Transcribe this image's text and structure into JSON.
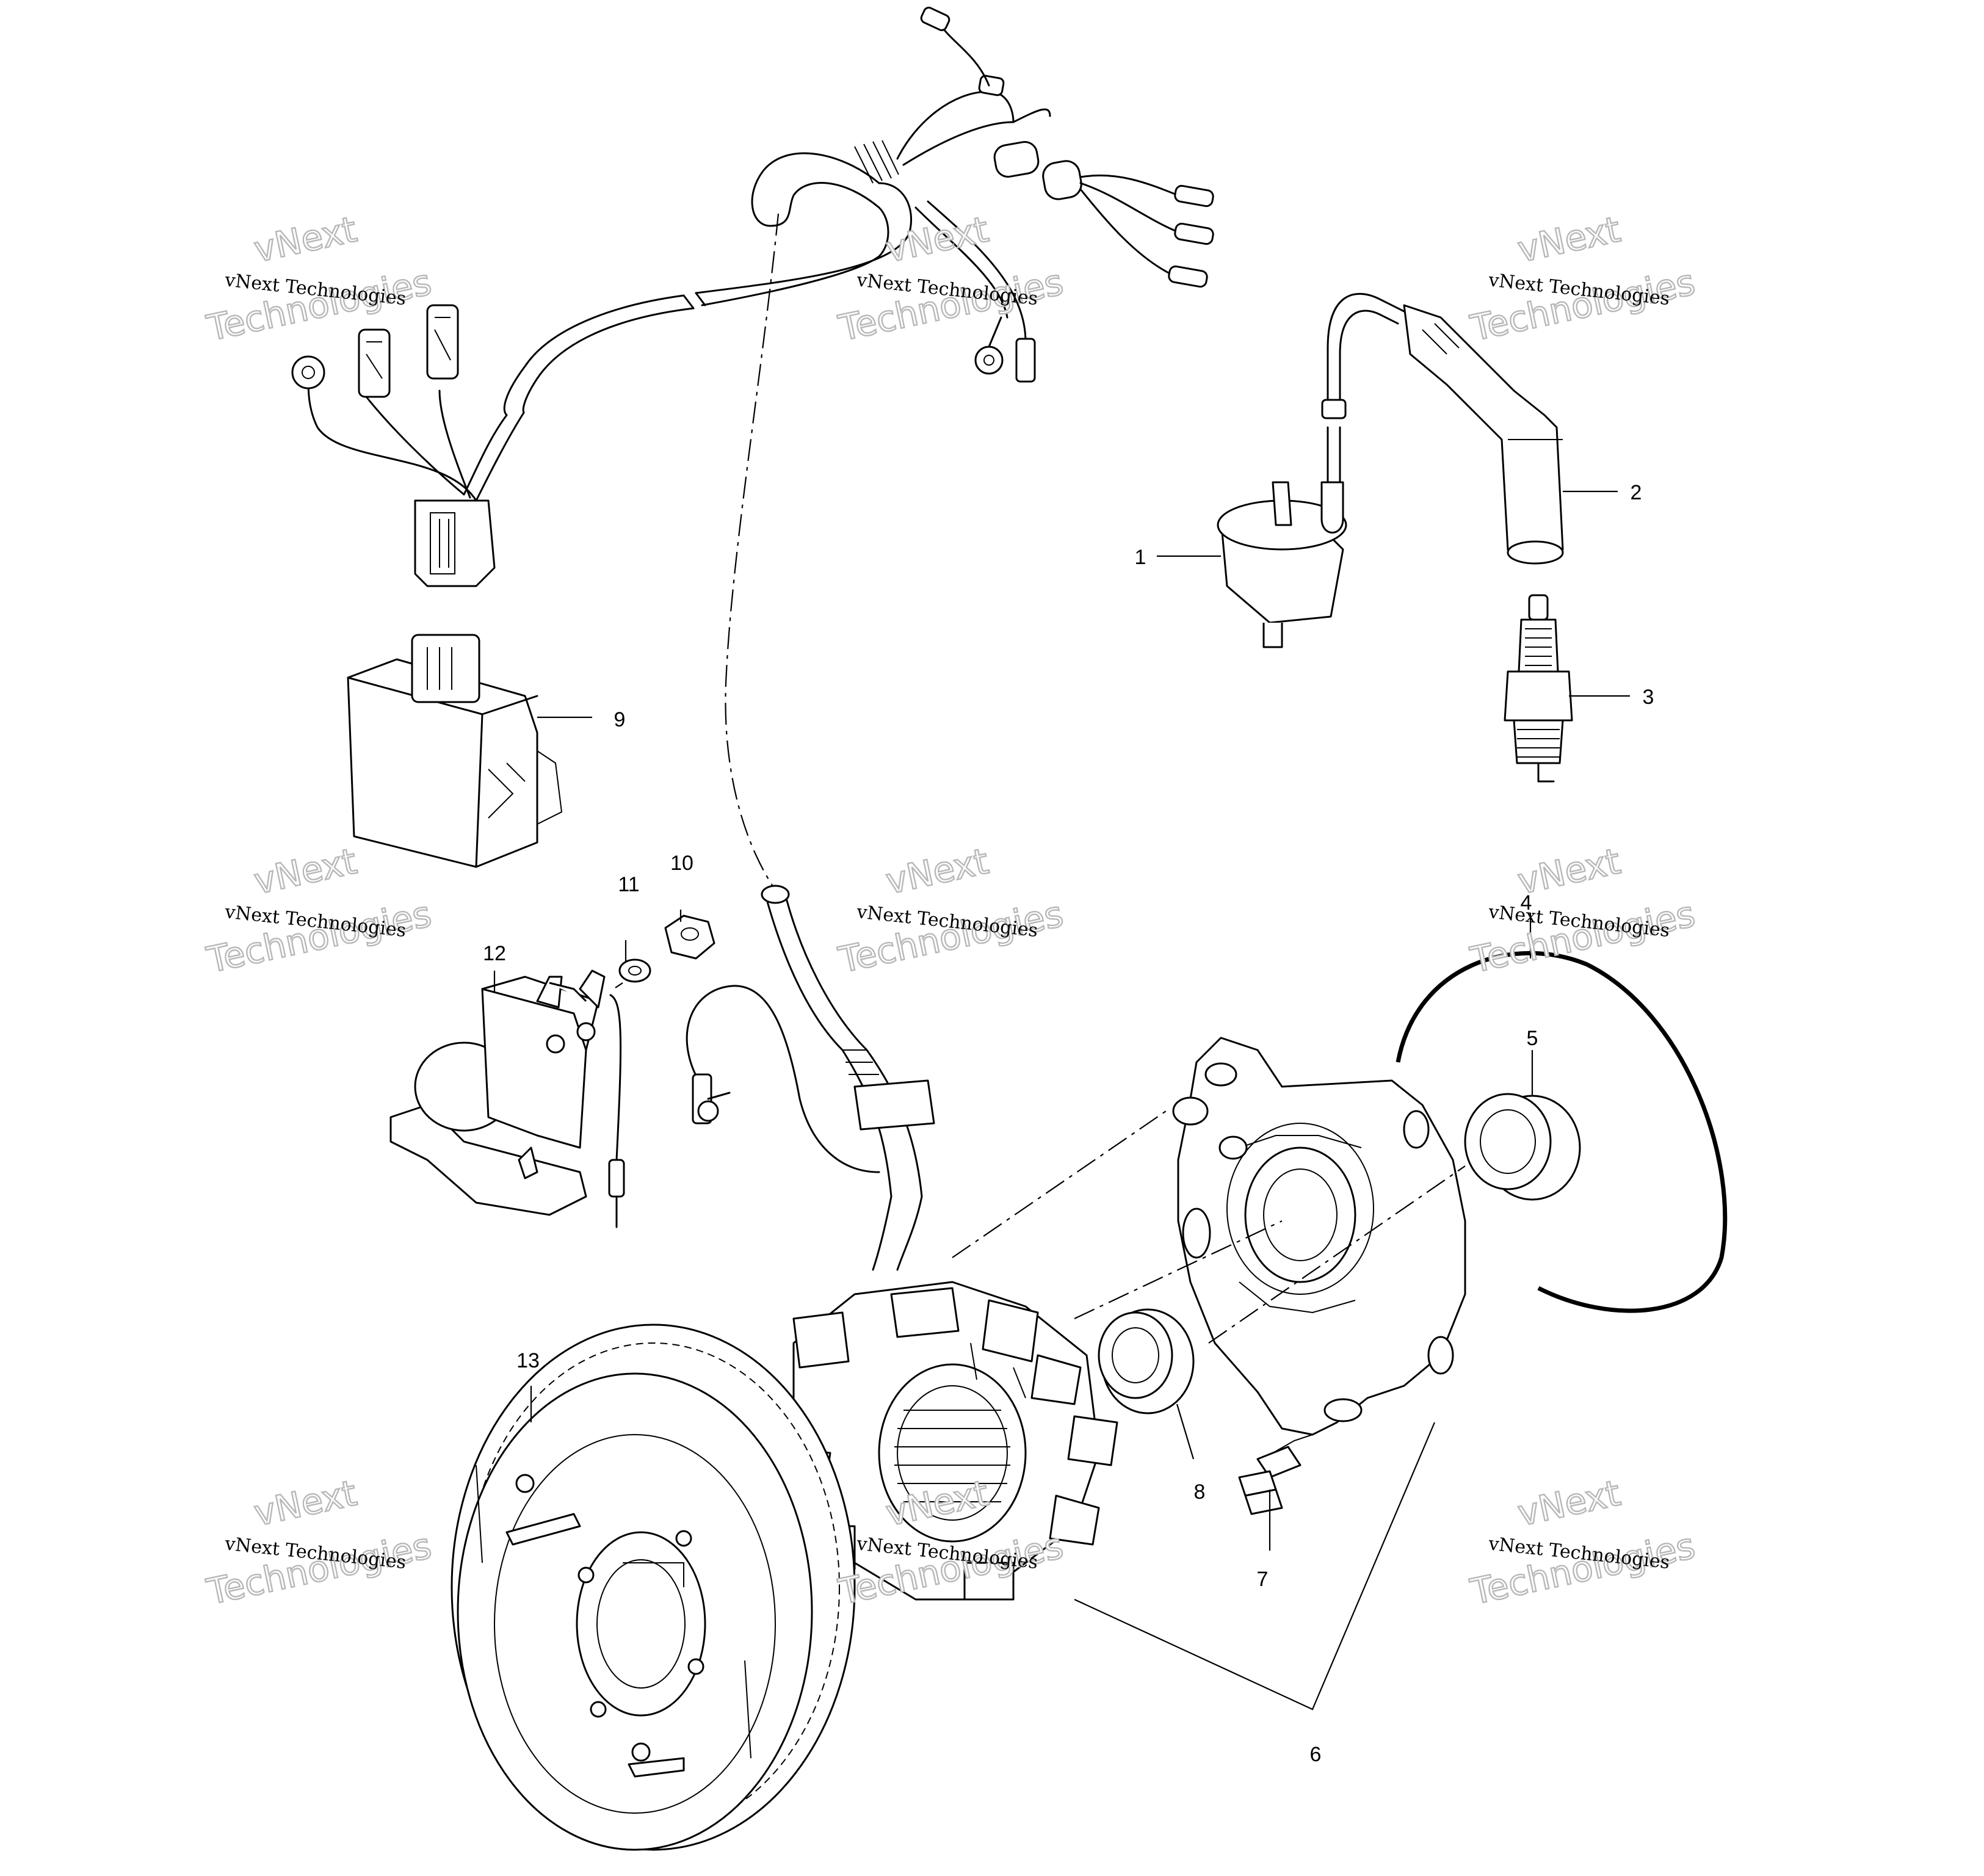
{
  "diagram": {
    "watermarks": [
      {
        "id": "wm-top-left",
        "small": "vNext Technologies",
        "big_line1": "vNext",
        "big_line2": "Technologies"
      },
      {
        "id": "wm-top-center",
        "small": "vNext Technologies",
        "big_line1": "vNext",
        "big_line2": "Technologies"
      },
      {
        "id": "wm-top-right",
        "small": "vNext Technologies",
        "big_line1": "vNext",
        "big_line2": "Technologies"
      },
      {
        "id": "wm-mid-left",
        "small": "vNext Technologies",
        "big_line1": "vNext",
        "big_line2": "Technologies"
      },
      {
        "id": "wm-mid-center",
        "small": "vNext Technologies",
        "big_line1": "vNext",
        "big_line2": "Technologies"
      },
      {
        "id": "wm-mid-right",
        "small": "vNext Technologies",
        "big_line1": "vNext",
        "big_line2": "Technologies"
      },
      {
        "id": "wm-bot-left",
        "small": "vNext Technologies",
        "big_line1": "vNext",
        "big_line2": "Technologies"
      },
      {
        "id": "wm-bot-center",
        "small": "vNext Technologies",
        "big_line1": "vNext",
        "big_line2": "Technologies"
      },
      {
        "id": "wm-bot-right",
        "small": "vNext Technologies",
        "big_line1": "vNext",
        "big_line2": "Technologies"
      }
    ],
    "callouts": {
      "c1": "1",
      "c2": "2",
      "c3": "3",
      "c4": "4",
      "c5": "5",
      "c6": "6",
      "c7": "7",
      "c8": "8",
      "c9": "9",
      "c10": "10",
      "c11": "11",
      "c12": "12",
      "c13": "13"
    }
  }
}
